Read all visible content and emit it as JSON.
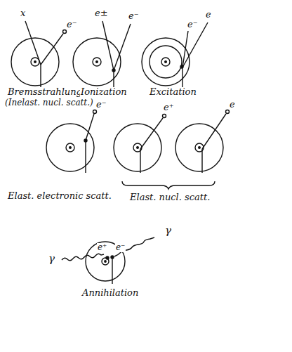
{
  "diagram": {
    "labels": [
      "x",
      "e⁻",
      "e±",
      "e⁻",
      "e",
      "e⁻",
      "Bremsstrahlung",
      "Ionization",
      "Excitation",
      "(Inelast. nucl. scatt.)",
      "e⁻",
      "e⁺",
      "e",
      "Elast. electronic scatt.",
      "Elast. nucl. scatt.",
      "γ",
      "e⁺",
      "e⁻",
      "γ",
      "Annihilation"
    ]
  }
}
